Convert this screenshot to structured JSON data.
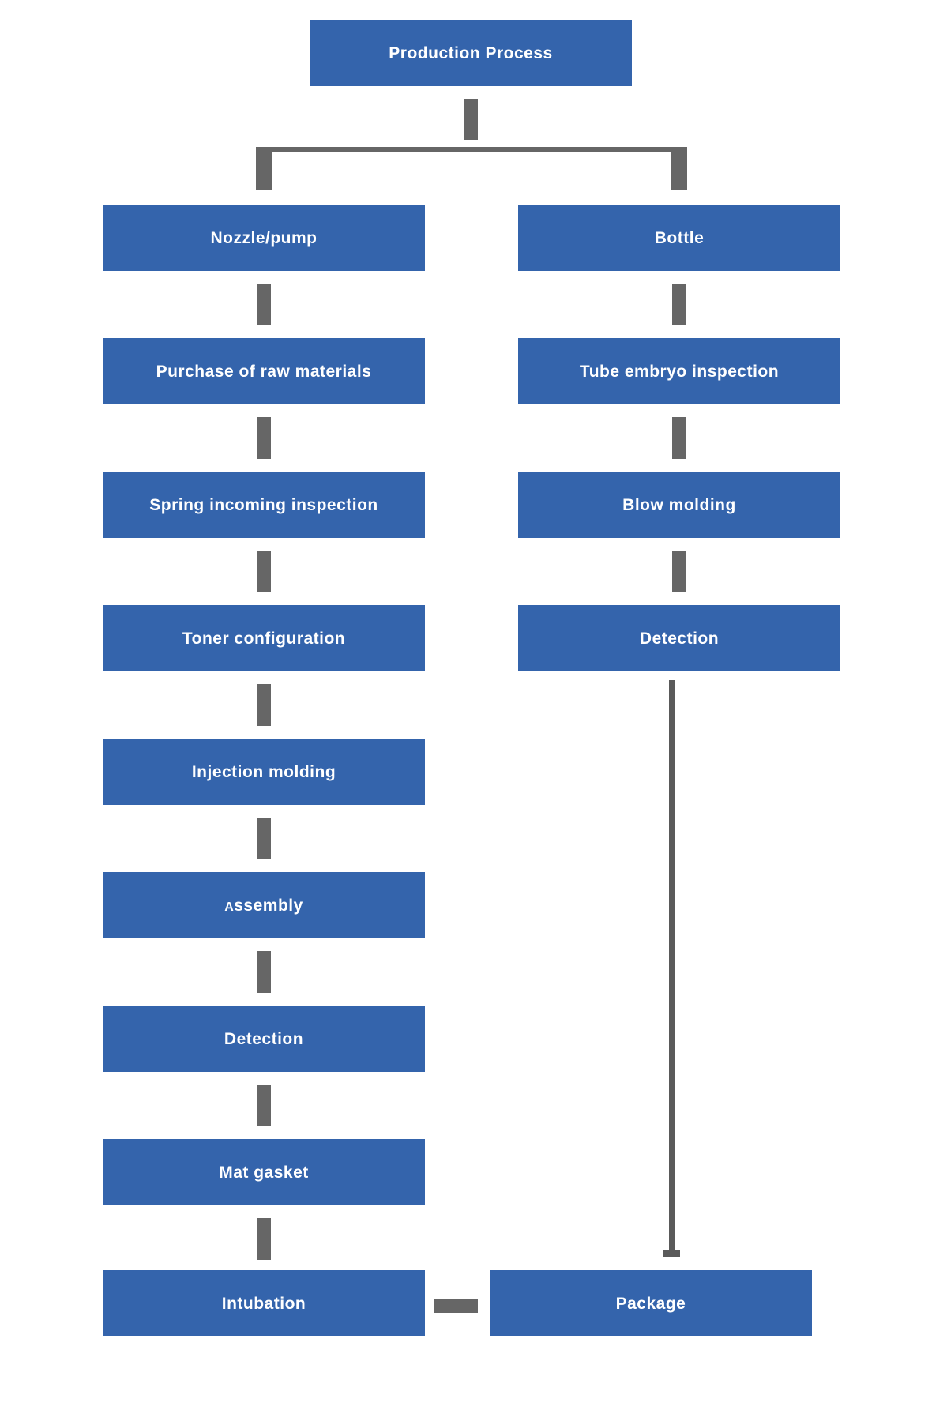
{
  "flowchart": {
    "root": {
      "label": "Production Process"
    },
    "left_branch": {
      "head": {
        "label": "Nozzle/pump"
      },
      "steps": [
        {
          "label": "Purchase of raw materials"
        },
        {
          "label": "Spring incoming inspection"
        },
        {
          "label": "Toner configuration"
        },
        {
          "label": "Injection molding"
        },
        {
          "label": "Assembly"
        },
        {
          "label": "Detection"
        },
        {
          "label": "Mat gasket"
        },
        {
          "label": "Intubation"
        }
      ]
    },
    "right_branch": {
      "head": {
        "label": "Bottle"
      },
      "steps": [
        {
          "label": "Tube embryo inspection"
        },
        {
          "label": "Blow molding"
        },
        {
          "label": "Detection"
        }
      ]
    },
    "final_step": {
      "label": "Package"
    },
    "colors": {
      "node_fill": "#3464ac",
      "node_text": "#ffffff",
      "connector_gray": "#666666",
      "line_gray": "#5a5a5a",
      "background": "#ffffff"
    }
  }
}
